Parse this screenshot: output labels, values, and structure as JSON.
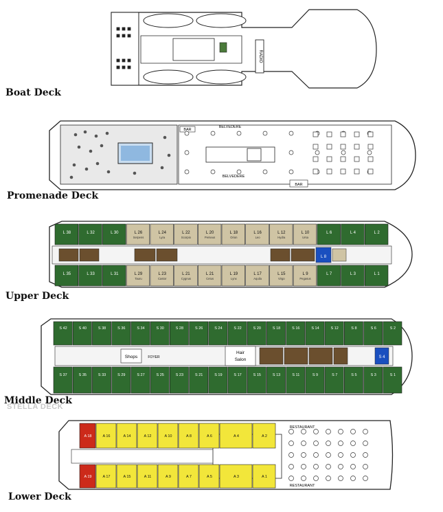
{
  "colors": {
    "green": "#2f6b2f",
    "tan": "#cfc4a4",
    "brown": "#6b4f2e",
    "blue": "#1a4fbf",
    "yellow": "#f2e63a",
    "red": "#cc2a1a",
    "outline": "#222222"
  },
  "decks": {
    "boat": {
      "label": "Boat Deck",
      "radio": "RADIO"
    },
    "promenade": {
      "label": "Promenade Deck",
      "belvedere_top": "BELVEDERE",
      "belvedere_bottom": "BELVEDERE",
      "bar_top": "BAR",
      "bar_bottom": "BAR"
    },
    "upper": {
      "label": "Upper Deck",
      "cabins_top": [
        {
          "id": "L 38",
          "name": "",
          "type": "green"
        },
        {
          "id": "L 32",
          "name": "",
          "type": "green"
        },
        {
          "id": "L 30",
          "name": "",
          "type": "green"
        },
        {
          "id": "L 26",
          "name": "Serpens",
          "type": "tan"
        },
        {
          "id": "L 24",
          "name": "Lyra",
          "type": "tan"
        },
        {
          "id": "L 22",
          "name": "Scorpio",
          "type": "tan"
        },
        {
          "id": "L 20",
          "name": "Perseus",
          "type": "tan"
        },
        {
          "id": "L 18",
          "name": "Orion",
          "type": "tan"
        },
        {
          "id": "L 16",
          "name": "Leo",
          "type": "tan"
        },
        {
          "id": "L 12",
          "name": "Hydra",
          "type": "tan"
        },
        {
          "id": "L 10",
          "name": "Ursa",
          "type": "tan"
        },
        {
          "id": "L 6",
          "name": "",
          "type": "green"
        },
        {
          "id": "L 4",
          "name": "",
          "type": "green"
        },
        {
          "id": "L 2",
          "name": "",
          "type": "green"
        }
      ],
      "cabins_bottom": [
        {
          "id": "L 35",
          "name": "",
          "type": "green"
        },
        {
          "id": "L 33",
          "name": "",
          "type": "green"
        },
        {
          "id": "L 31",
          "name": "",
          "type": "green"
        },
        {
          "id": "L 29",
          "name": "Tauru",
          "type": "tan"
        },
        {
          "id": "L 23",
          "name": "Castor",
          "type": "tan"
        },
        {
          "id": "L 21",
          "name": "Cygnus",
          "type": "tan"
        },
        {
          "id": "L 21",
          "name": "Cetus",
          "type": "tan"
        },
        {
          "id": "L 19",
          "name": "Lynx",
          "type": "tan"
        },
        {
          "id": "L 17",
          "name": "Aquila",
          "type": "tan"
        },
        {
          "id": "L 15",
          "name": "Virgo",
          "type": "tan"
        },
        {
          "id": "L 9",
          "name": "Pegasus",
          "type": "tan"
        },
        {
          "id": "L 7",
          "name": "",
          "type": "green"
        },
        {
          "id": "L 3",
          "name": "",
          "type": "green"
        },
        {
          "id": "L 1",
          "name": "",
          "type": "green"
        }
      ],
      "center_l8": "L 8"
    },
    "middle": {
      "label": "Middle Deck",
      "ghost": "STELLA DECK",
      "cabins_top": [
        "S 42",
        "S 40",
        "S 38",
        "S 36",
        "S 34",
        "S 30",
        "S 28",
        "S 26",
        "S 24",
        "S 22",
        "S 20",
        "S 18",
        "S 16",
        "S 14",
        "S 12",
        "S 8",
        "S 6",
        "S 2"
      ],
      "cabins_bottom": [
        "S 37",
        "S 35",
        "S 33",
        "S 29",
        "S 27",
        "S 25",
        "S 23",
        "S 21",
        "S 19",
        "S 17",
        "S 15",
        "S 13",
        "S 11",
        "S 9",
        "S 7",
        "S 5",
        "S 3",
        "S 1"
      ],
      "shops": "Shops",
      "foyer": "FOYER",
      "hair_salon_1": "Hair",
      "hair_salon_2": "Salon",
      "center_s4": "S 4"
    },
    "lower": {
      "label": "Lower Deck",
      "cabins_top": [
        {
          "id": "A 18",
          "type": "red"
        },
        {
          "id": "A 16",
          "type": "yellow"
        },
        {
          "id": "A 14",
          "type": "yellow"
        },
        {
          "id": "A 12",
          "type": "yellow"
        },
        {
          "id": "A 10",
          "type": "yellow"
        },
        {
          "id": "A 8",
          "type": "yellow"
        },
        {
          "id": "A 6",
          "type": "yellow"
        },
        {
          "id": "A 4",
          "type": "yellow"
        },
        {
          "id": "A 2",
          "type": "yellow"
        }
      ],
      "cabins_bottom": [
        {
          "id": "A 19",
          "type": "red"
        },
        {
          "id": "A 17",
          "type": "yellow"
        },
        {
          "id": "A 15",
          "type": "yellow"
        },
        {
          "id": "A 11",
          "type": "yellow"
        },
        {
          "id": "A 9",
          "type": "yellow"
        },
        {
          "id": "A 7",
          "type": "yellow"
        },
        {
          "id": "A 5",
          "type": "yellow"
        },
        {
          "id": "A 3",
          "type": "yellow"
        },
        {
          "id": "A 1",
          "type": "yellow"
        }
      ],
      "restaurant_top": "RESTAURANT",
      "restaurant_bottom": "RESTAURANT"
    }
  }
}
